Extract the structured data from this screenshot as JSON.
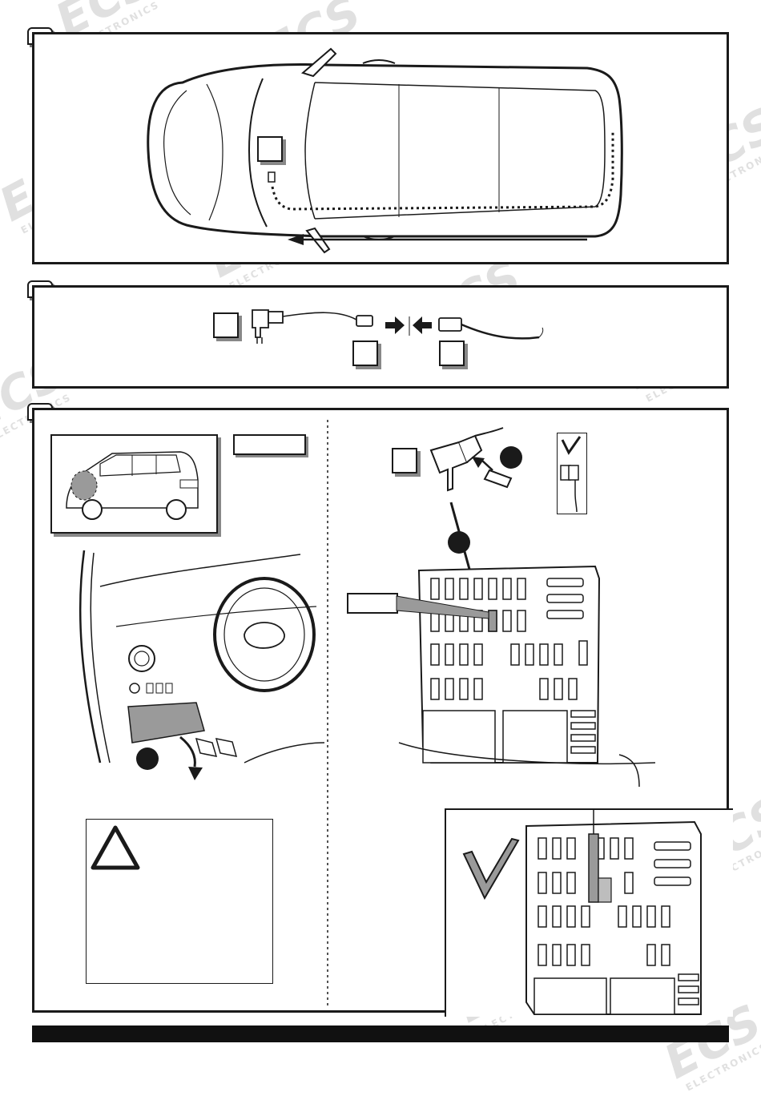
{
  "watermark": {
    "brand": "ECS",
    "subtitle": "ELECTRONICS"
  },
  "panels": [
    {
      "id": "panel-1",
      "label": ""
    },
    {
      "id": "panel-2",
      "label": ""
    },
    {
      "id": "panel-3",
      "label": ""
    }
  ],
  "icons": {
    "check": "checkmark-icon",
    "warning": "warning-triangle-icon",
    "arrow_left": "arrow-left-icon",
    "arrow_right": "arrow-right-icon"
  },
  "colors": {
    "ink": "#1a1a1a",
    "shade": "#9a9a9a",
    "footer": "#111111"
  }
}
